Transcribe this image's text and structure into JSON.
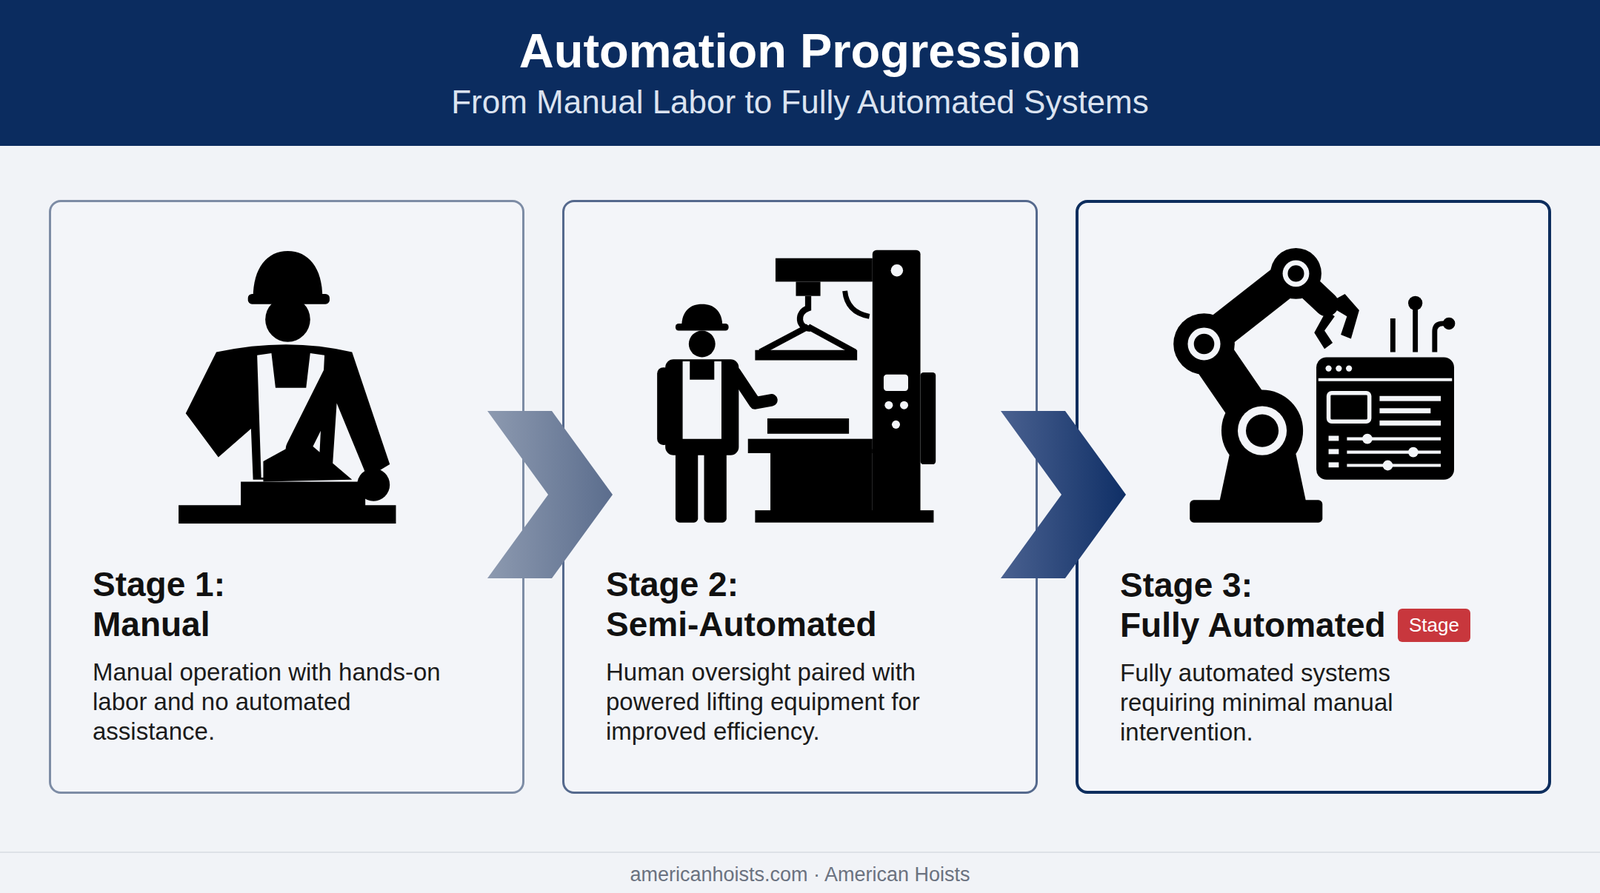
{
  "diagram": {
    "title": "Automation Progression",
    "nodes": [
      {
        "text": [
          "Stage 1:",
          "Manual",
          "Manual operation with hands-on labor and no automated assistance."
        ]
      },
      {
        "text": [
          "Stage 2:",
          "Semi-Automated",
          "Human oversight paired with powered lifting equipment for improved efficiency."
        ]
      },
      {
        "text": [
          "Stage 3:",
          "Fully Automated",
          "Fully automated systems requiring minimal manual intervention."
        ]
      },
      {
        "text": [
          "Stage"
        ],
        "in": 2
      }
    ],
    "edges": [
      {
        "from": 0,
        "to": 1,
        "arrow": "to"
      },
      {
        "from": 1,
        "to": 2,
        "arrow": "to"
      }
    ],
    "labels": [
      "From Manual Labor to Fully Automated Systems",
      "americanhoists.com · American Hoists"
    ]
  }
}
